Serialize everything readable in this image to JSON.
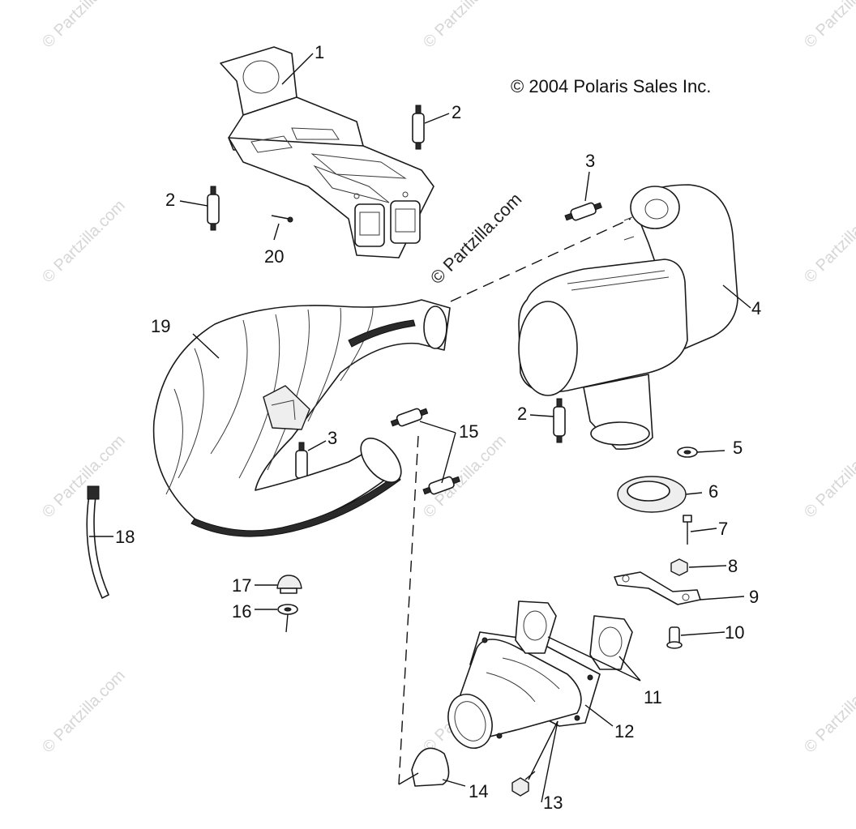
{
  "copyright": "© 2004 Polaris Sales Inc.",
  "brand_watermark": "© Partzilla.com",
  "faint_watermark": "© Partzilla.com",
  "callouts": {
    "c1": "1",
    "c2a": "2",
    "c2b": "2",
    "c2c": "2",
    "c3a": "3",
    "c3b": "3",
    "c4": "4",
    "c5": "5",
    "c6": "6",
    "c7": "7",
    "c8": "8",
    "c9": "9",
    "c10": "10",
    "c11": "11",
    "c12": "12",
    "c13": "13",
    "c14": "14",
    "c15": "15",
    "c16": "16",
    "c17": "17",
    "c18": "18",
    "c19": "19",
    "c20": "20"
  }
}
